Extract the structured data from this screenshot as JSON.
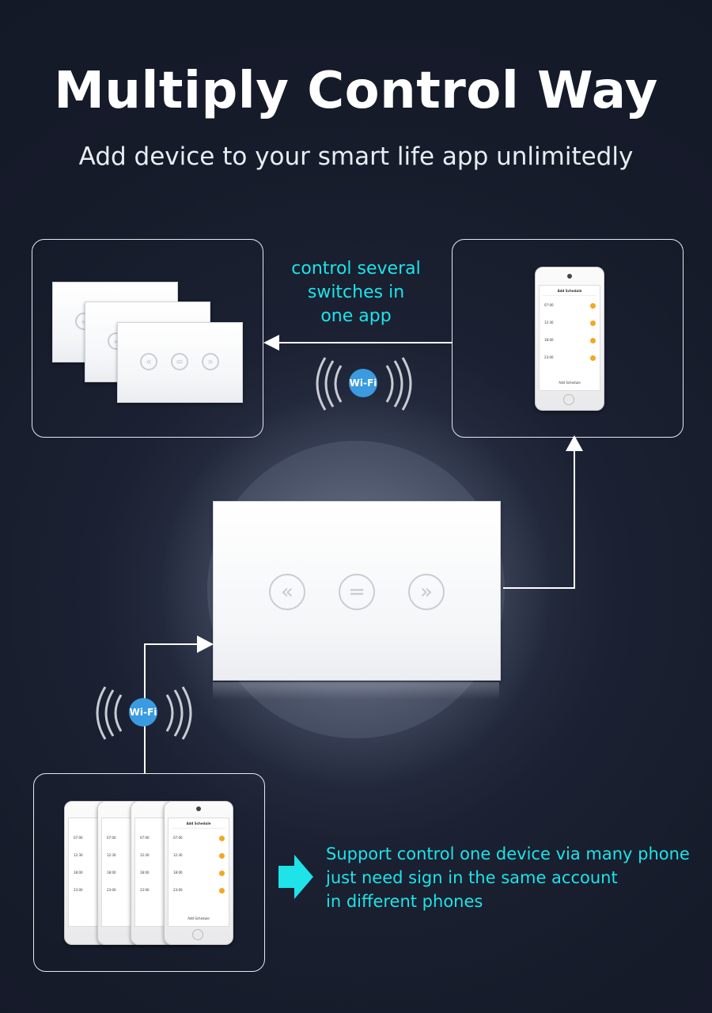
{
  "title": "Multiply Control Way",
  "subtitle": "Add device to your smart life app unlimitedly",
  "top_caption_lines": [
    "control several",
    "switches in",
    "one app"
  ],
  "bottom_caption_lines": [
    "Support control one device via many phone",
    "just need sign in the same account",
    "in different phones"
  ],
  "wifi_label": "Wi-Fi",
  "phone_screen": {
    "header": "Add Schedule",
    "times": [
      "07:00",
      "12:30",
      "18:00",
      "23:00"
    ],
    "footer": "Add Schedule"
  },
  "colors": {
    "accent": "#1ee3e8",
    "wifi": "#3a9be0",
    "toggle": "#f6a623",
    "background": "#161b2a"
  },
  "icons": [
    "chevron-double-left-icon",
    "equals-icon",
    "chevron-double-right-icon",
    "wifi-icon",
    "arrow-right-icon"
  ]
}
